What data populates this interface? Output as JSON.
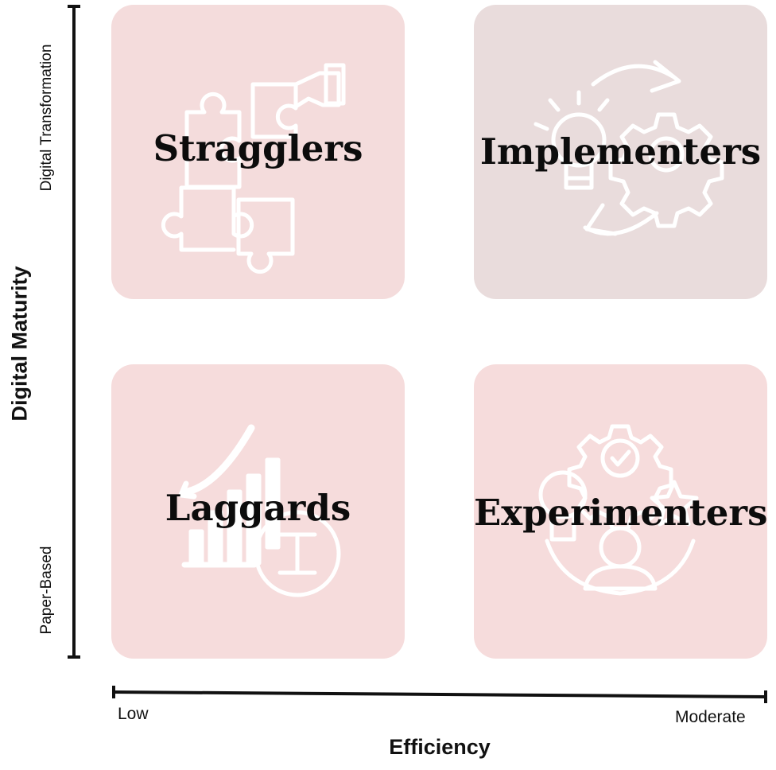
{
  "y_axis": {
    "title": "Digital Maturity",
    "top_label": "Digital Transformation",
    "bottom_label": "Paper-Based"
  },
  "x_axis": {
    "title": "Efficiency",
    "left_label": "Low",
    "right_label": "Moderate"
  },
  "quadrants": {
    "top_left": {
      "label": "Stragglers",
      "icon": "puzzle-hand-icon",
      "color": "#f4dcdc"
    },
    "top_right": {
      "label": "Implementers",
      "icon": "idea-gear-cycle-icon",
      "color": "#e9dcdc"
    },
    "bottom_left": {
      "label": "Laggards",
      "icon": "growth-chart-icon",
      "color": "#f6dcdc"
    },
    "bottom_right": {
      "label": "Experimenters",
      "icon": "person-idea-gear-icon",
      "color": "#f6dcdc"
    }
  }
}
